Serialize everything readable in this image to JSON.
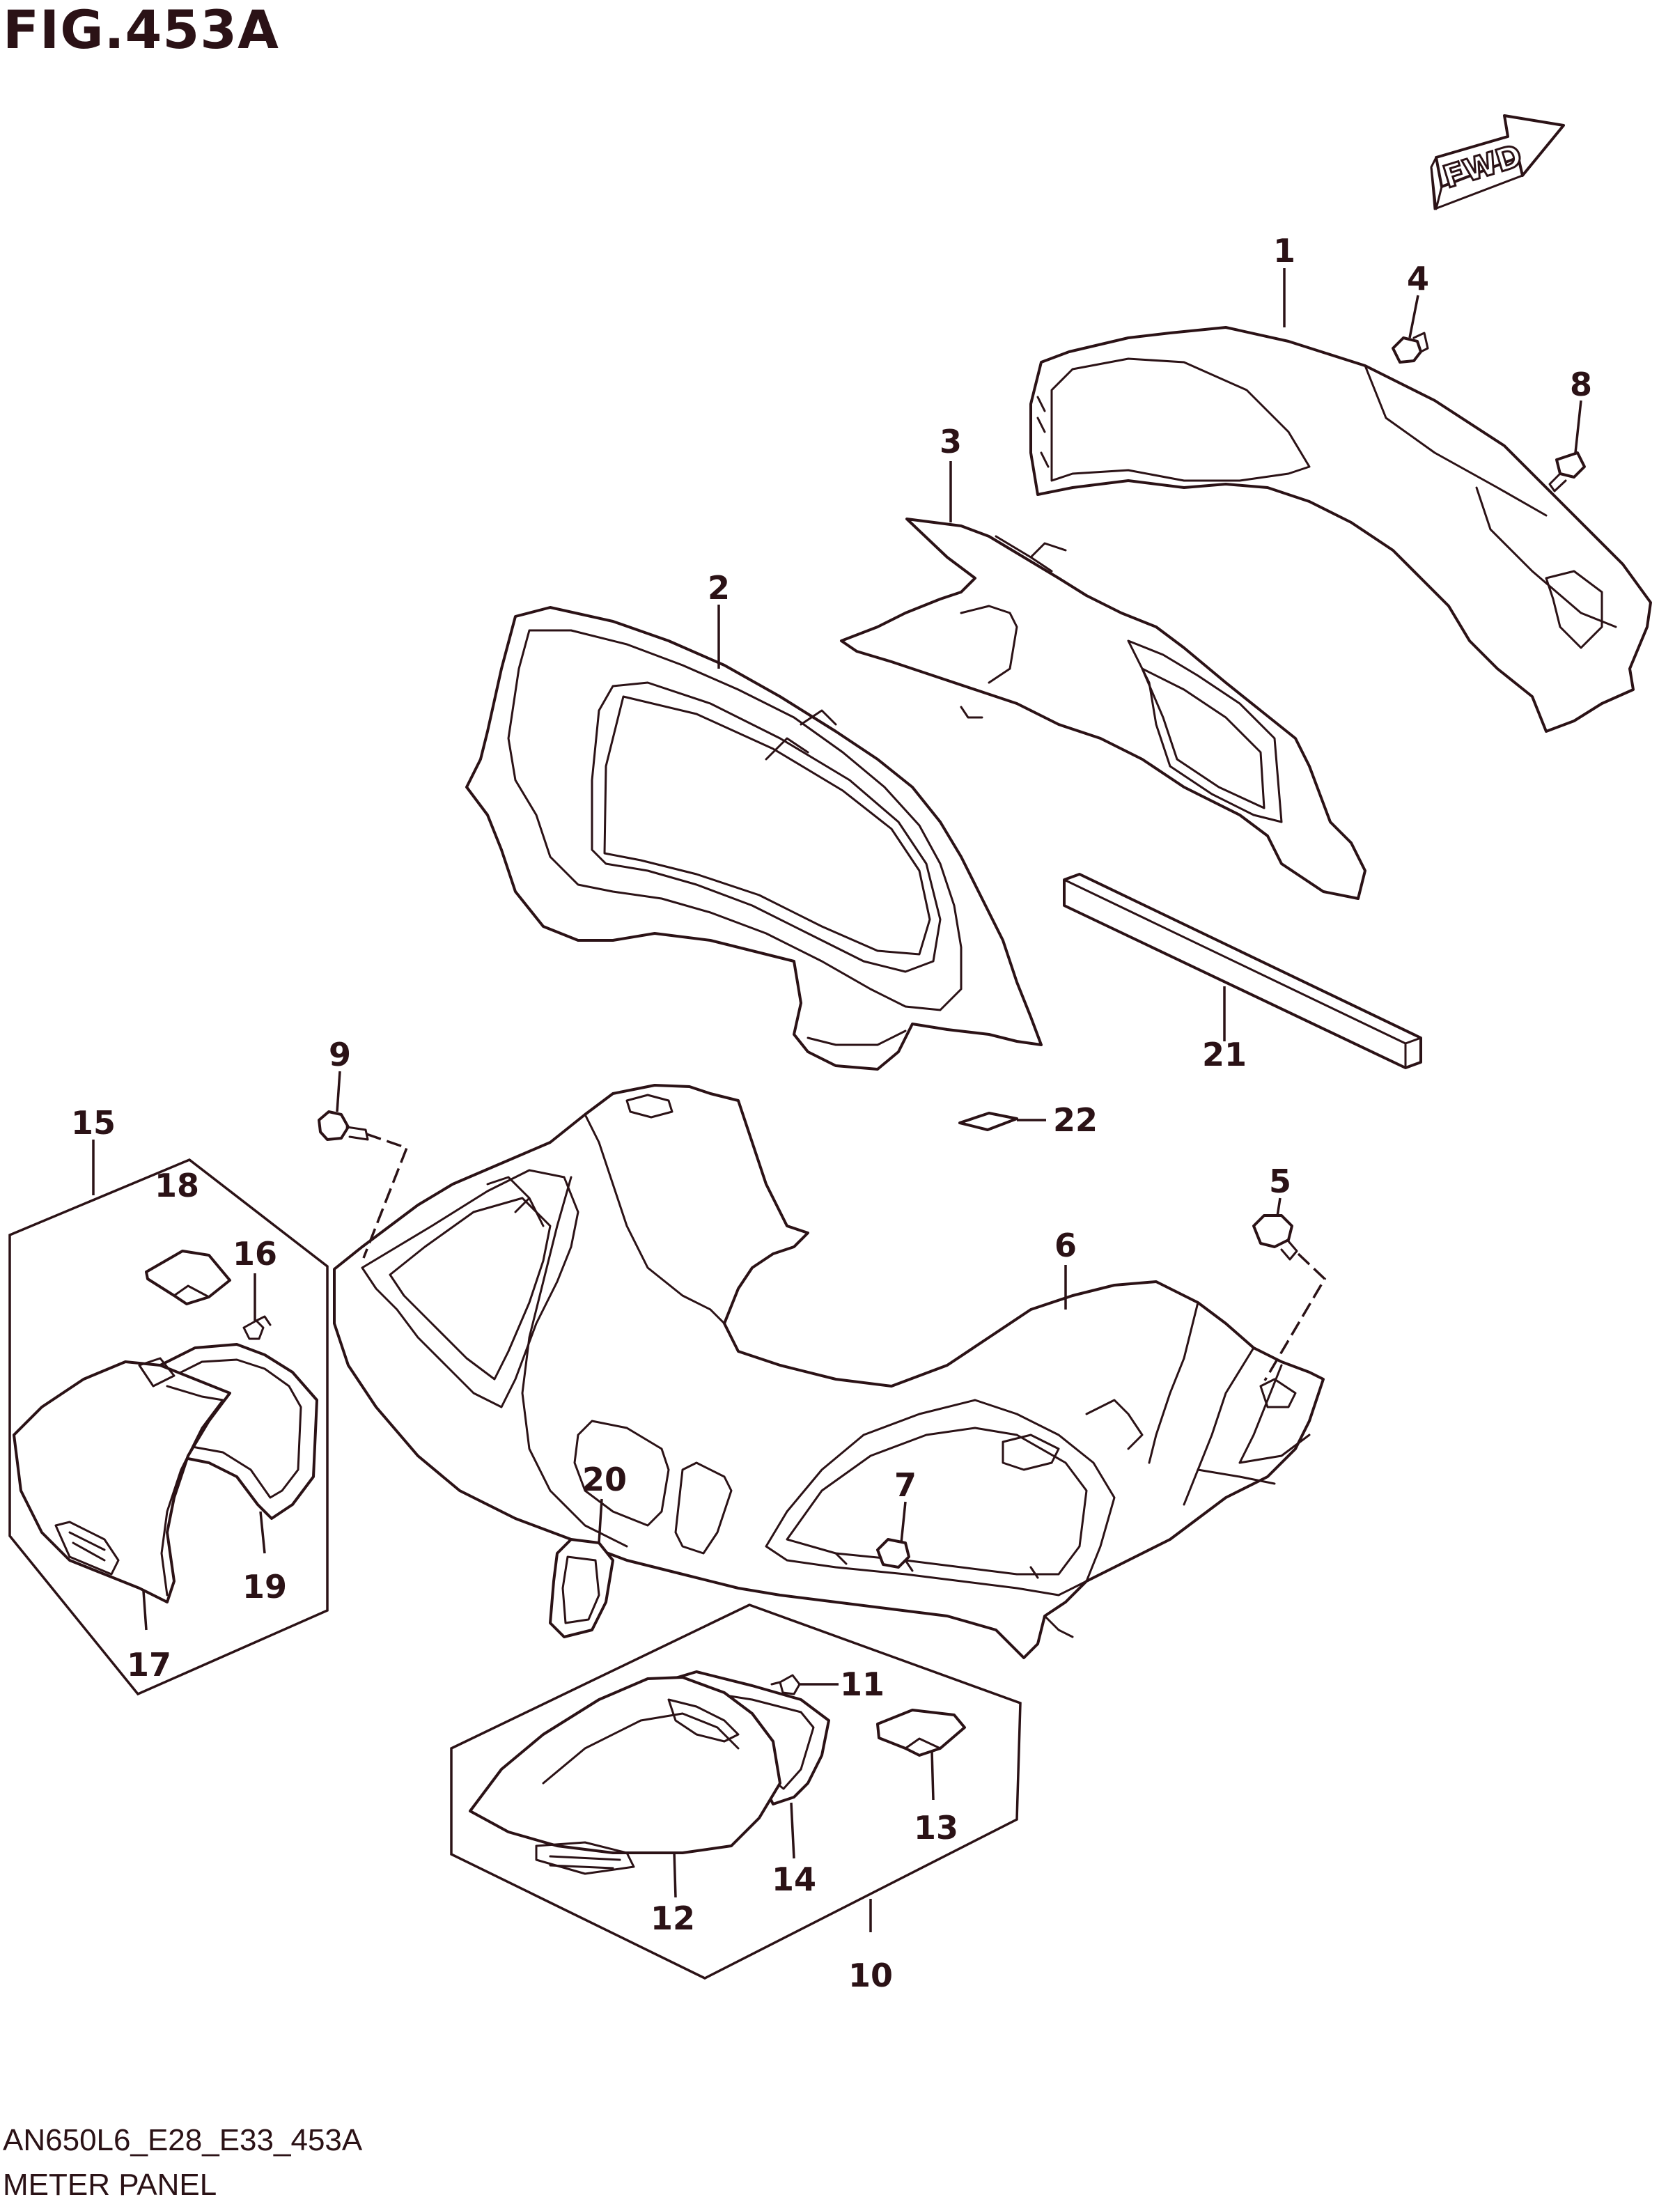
{
  "figure": {
    "title": "FIG.453A"
  },
  "footer": {
    "code": "AN650L6_E28_E33_453A",
    "name": "METER PANEL"
  },
  "fwd_arrow": {
    "label": "FWD"
  },
  "colors": {
    "ink": "#2b1216",
    "background": "#ffffff"
  },
  "callouts": {
    "c1": "1",
    "c2": "2",
    "c3": "3",
    "c4": "4",
    "c5": "5",
    "c6": "6",
    "c7": "7",
    "c8": "8",
    "c9": "9",
    "c10": "10",
    "c11": "11",
    "c12": "12",
    "c13": "13",
    "c14": "14",
    "c15": "15",
    "c16": "16",
    "c17": "17",
    "c18": "18",
    "c19": "19",
    "c20": "20",
    "c21": "21",
    "c22": "22"
  }
}
